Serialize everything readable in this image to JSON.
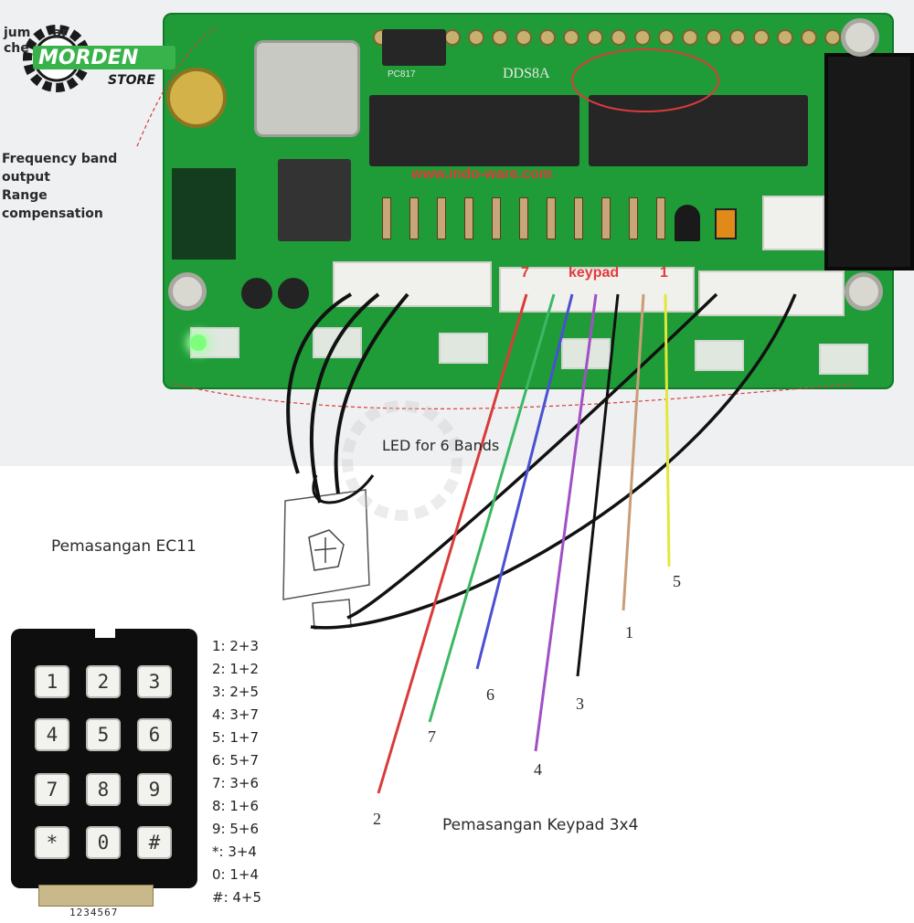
{
  "brand": {
    "name": "MORDEN",
    "sub": "STORE",
    "colors": {
      "green": "#38b24a",
      "dark": "#1a1a1a"
    }
  },
  "board": {
    "label_dds": "DDS8A",
    "label_pc": "PC817",
    "label_red": "www.indo-ware.com",
    "label_keypad": "keypad",
    "keypad_end_left": "7",
    "keypad_end_right": "1"
  },
  "annotations": {
    "jumper": "jum     ar\nche",
    "freq": "Frequency band\noutput\nRange\ncompensation",
    "led_bands": "LED for 6 Bands",
    "ec11": "Pemasangan EC11",
    "keypad_title": "Pemasangan Keypad 3x4"
  },
  "wire_labels": [
    {
      "text": "5",
      "color": "#e2e83a"
    },
    {
      "text": "1",
      "color": "#c99d78"
    },
    {
      "text": "3",
      "color": "#111111"
    },
    {
      "text": "6",
      "color": "#4a50d0"
    },
    {
      "text": "4",
      "color": "#a14fc4"
    },
    {
      "text": "7",
      "color": "#3cb865"
    },
    {
      "text": "2",
      "color": "#d93b3b"
    }
  ],
  "keypad": {
    "keys": [
      "1",
      "2",
      "3",
      "4",
      "5",
      "6",
      "7",
      "8",
      "9",
      "*",
      "0",
      "#"
    ],
    "pins_label": "1234567"
  },
  "combinations": [
    "1: 2+3",
    "2: 1+2",
    "3: 2+5",
    "4: 3+7",
    "5: 1+7",
    "6: 5+7",
    "7: 3+6",
    "8: 1+6",
    "9: 5+6",
    "*: 3+4",
    "0: 1+4",
    "#: 4+5"
  ]
}
